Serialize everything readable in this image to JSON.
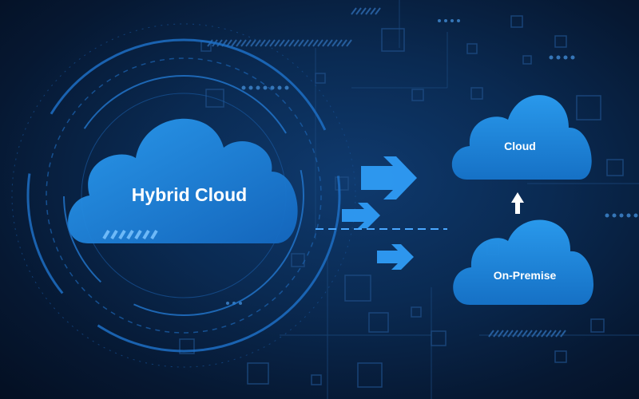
{
  "labels": {
    "hybrid": "Hybrid Cloud",
    "cloud": "Cloud",
    "on_premise": "On-Premise"
  },
  "colors": {
    "background": "#0a2a52",
    "cloud_fill": "#1e8ee0",
    "accent": "#3aa6ff",
    "arrow": "#2f9cf5"
  },
  "icons": {
    "arrows_right": "arrow-right-icon",
    "arrow_up": "arrow-up-icon"
  }
}
